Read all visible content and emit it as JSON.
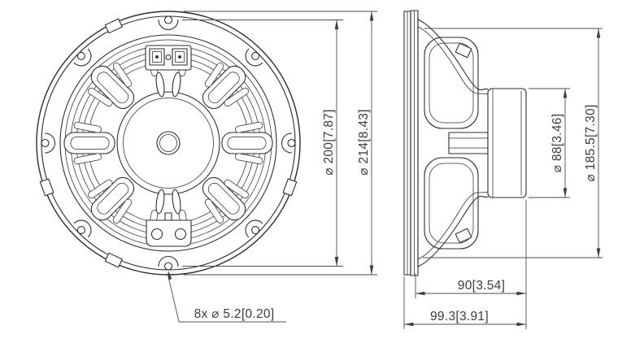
{
  "drawing": {
    "background": "#ffffff",
    "outline_color": "#2d2d2d",
    "dimension_color": "#4d4d4d",
    "text_color": "#3c3c3c",
    "front_view": {
      "bolt_circle_label": "⌀ 200[7.87]",
      "outer_diameter_label": "⌀ 214[8.43]",
      "mounting_holes_label": "8x ⌀ 5.2[0.20]"
    },
    "side_view": {
      "magnet_diameter_label": "⌀ 88[3.46]",
      "basket_diameter_label": "⌀ 185.5[7.30]",
      "mounting_depth_label": "90[3.54]",
      "overall_depth_label": "99.3[3.91]"
    }
  }
}
